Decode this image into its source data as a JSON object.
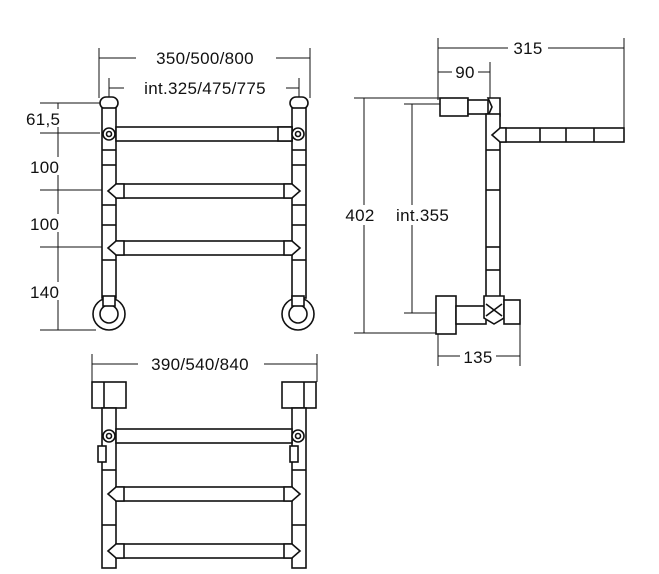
{
  "front_view": {
    "overall_width": "350/500/800",
    "internal_width": "int.325/475/775",
    "spacing_top": "61,5",
    "spacing_1": "100",
    "spacing_2": "100",
    "spacing_3": "140"
  },
  "side_view": {
    "depth": "315",
    "offset": "90",
    "height": "402",
    "internal_height": "int.355",
    "base_depth": "135"
  },
  "top_view": {
    "overall_width": "390/540/840"
  }
}
